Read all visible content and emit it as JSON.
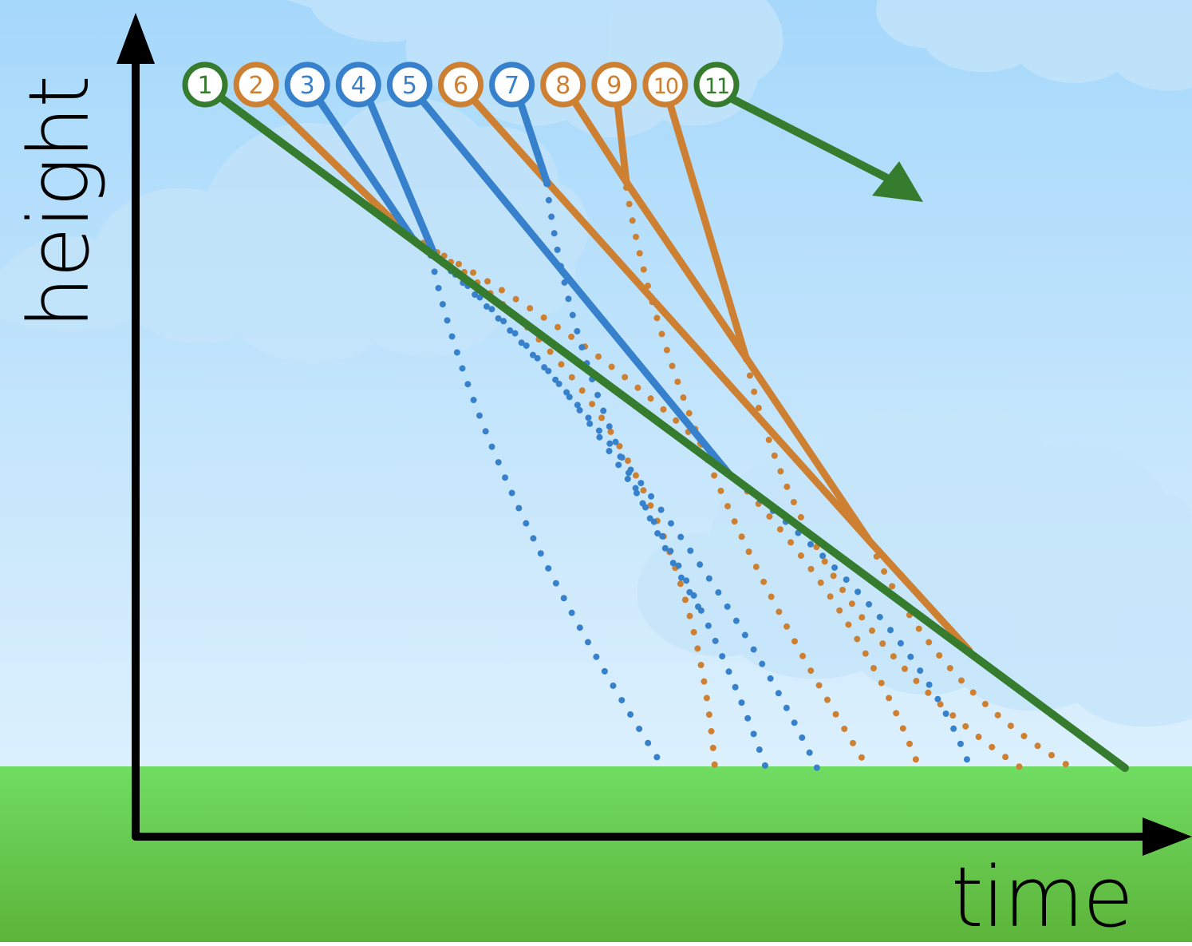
{
  "axes": {
    "x_label": "time",
    "y_label": "height"
  },
  "colors": {
    "sky_top": "#a6d8fb",
    "sky_bottom": "#dcf0fd",
    "cloud": "#c9e6fb",
    "grass_top": "#70dc62",
    "grass_bottom": "#5db43a",
    "orange": "#cd8032",
    "blue": "#3680cc",
    "green": "#367c2f",
    "axis": "#000000"
  },
  "nodes": [
    {
      "label": "1",
      "color": "green"
    },
    {
      "label": "2",
      "color": "orange"
    },
    {
      "label": "3",
      "color": "blue"
    },
    {
      "label": "4",
      "color": "blue"
    },
    {
      "label": "5",
      "color": "blue"
    },
    {
      "label": "6",
      "color": "orange"
    },
    {
      "label": "7",
      "color": "blue"
    },
    {
      "label": "8",
      "color": "orange"
    },
    {
      "label": "9",
      "color": "orange"
    },
    {
      "label": "10",
      "color": "orange"
    },
    {
      "label": "11",
      "color": "green"
    }
  ]
}
